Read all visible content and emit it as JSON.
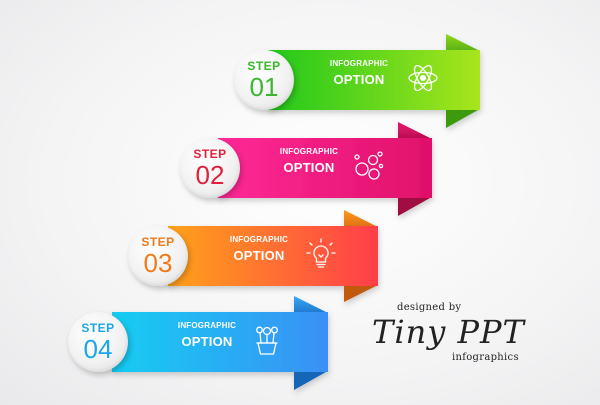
{
  "steps": [
    {
      "label": "STEP",
      "number": "01",
      "subtitle": "INFOGRAPHIC",
      "title": "OPTION",
      "icon": "atom-icon",
      "color_start": "#2ecc14",
      "color_end": "#9be21a",
      "accent": "#3bb82c"
    },
    {
      "label": "STEP",
      "number": "02",
      "subtitle": "INFOGRAPHIC",
      "title": "OPTION",
      "icon": "bubbles-icon",
      "color_start": "#ff1f8e",
      "color_end": "#e0106c",
      "accent": "#e02050"
    },
    {
      "label": "STEP",
      "number": "03",
      "subtitle": "INFOGRAPHIC",
      "title": "OPTION",
      "icon": "lightbulb-icon",
      "color_start": "#ff9a1a",
      "color_end": "#ff4a3a",
      "accent": "#f07a1a"
    },
    {
      "label": "STEP",
      "number": "04",
      "subtitle": "INFOGRAPHIC",
      "title": "OPTION",
      "icon": "flower-pot-icon",
      "color_start": "#19c6f0",
      "color_end": "#2f9cf5",
      "accent": "#1aa6e8"
    }
  ],
  "signature": {
    "designed_by": "designed by",
    "brand": "Tiny PPT",
    "tagline": "infographics"
  }
}
